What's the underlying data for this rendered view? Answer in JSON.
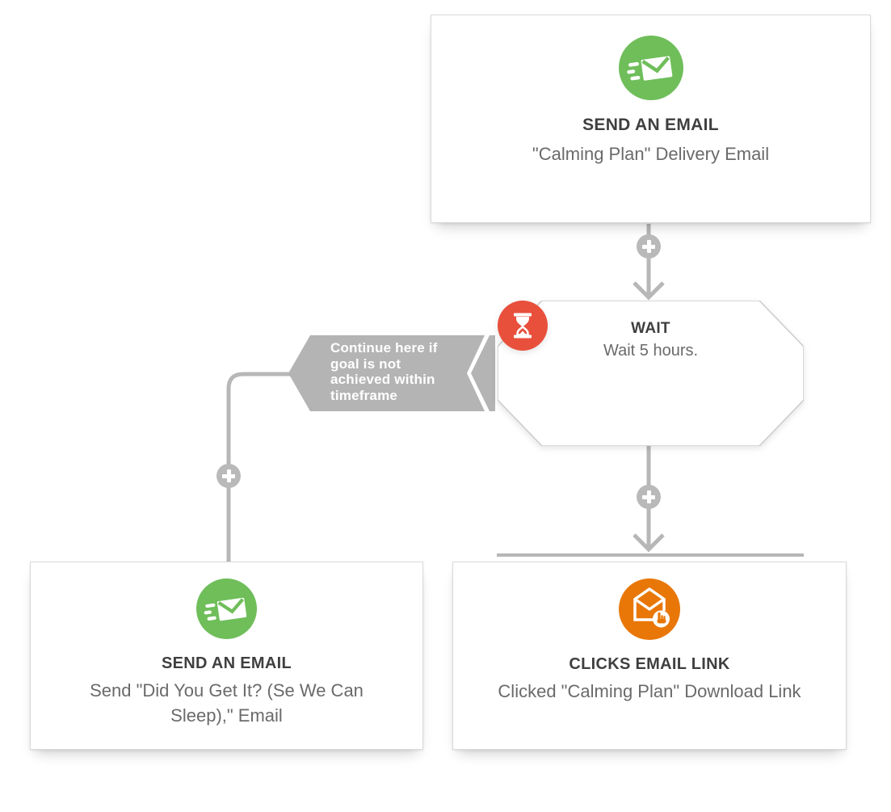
{
  "colors": {
    "email_green": "#6fbe5a",
    "wait_red": "#e8503c",
    "click_orange": "#e87708",
    "connector_gray": "#b7b7b7",
    "banner_gray": "#b4b4b4",
    "title_text": "#3f3f3f",
    "desc_text": "#6a6a6a",
    "card_border": "#dadada"
  },
  "icons": {
    "email": "speed-email-icon",
    "wait": "hourglass-icon",
    "click": "click-email-link-icon",
    "add": "plus-icon",
    "arrow": "arrow-down-icon",
    "goal_arrow": "chevron-left-icon"
  },
  "goal_banner": {
    "text": "Continue here if goal is not achieved within timeframe",
    "lines": [
      "Continue here if",
      "goal is not",
      "achieved within",
      "timeframe"
    ]
  },
  "nodes": {
    "email_delivery": {
      "title": "SEND AN EMAIL",
      "description": "\"Calming Plan\" Delivery Email",
      "lines": [
        "\"Calming Plan\" Delivery Email"
      ]
    },
    "wait": {
      "title": "WAIT",
      "description": "Wait 5 hours.",
      "lines": [
        "Wait 5 hours."
      ]
    },
    "email_followup": {
      "title": "SEND AN EMAIL",
      "description": "Send \"Did You Get It? (Se We Can Sleep),\" Email",
      "lines": [
        "Send \"Did You Get It? (Se We Can",
        "Sleep),\" Email"
      ]
    },
    "clicks_link": {
      "title": "CLICKS EMAIL LINK",
      "description": "Clicked \"Calming Plan\" Download Link",
      "lines": [
        "Clicked \"Calming Plan\" Download Link"
      ]
    }
  }
}
